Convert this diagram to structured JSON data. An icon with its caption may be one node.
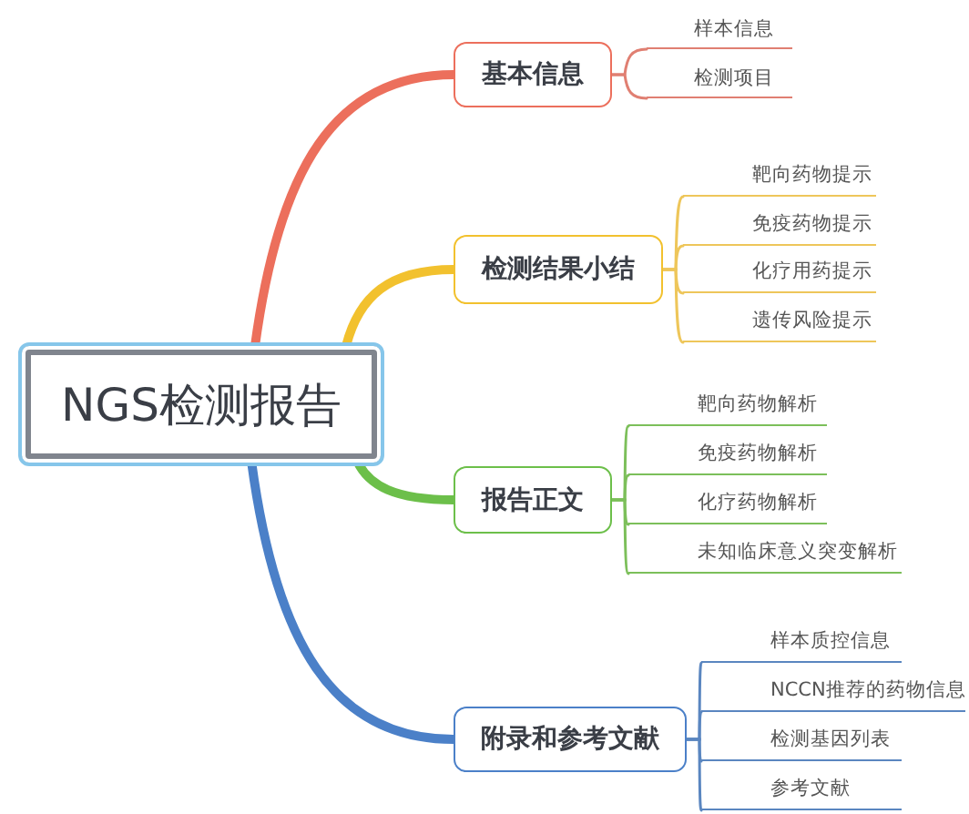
{
  "diagram": {
    "nodes": [
      {
        "text": [
          "NGS检测报告"
        ]
      },
      {
        "text": [
          "基本信息"
        ]
      },
      {
        "text": [
          "样本信息"
        ]
      },
      {
        "text": [
          "检测项目"
        ]
      },
      {
        "text": [
          "检测结果小结"
        ]
      },
      {
        "text": [
          "靶向药物提示"
        ]
      },
      {
        "text": [
          "免疫药物提示"
        ]
      },
      {
        "text": [
          "化疗用药提示"
        ]
      },
      {
        "text": [
          "遗传风险提示"
        ]
      },
      {
        "text": [
          "报告正文"
        ]
      },
      {
        "text": [
          "靶向药物解析"
        ]
      },
      {
        "text": [
          "免疫药物解析"
        ]
      },
      {
        "text": [
          "化疗药物解析"
        ]
      },
      {
        "text": [
          "未知临床意义突变解析"
        ]
      },
      {
        "text": [
          "附录和参考文献"
        ]
      },
      {
        "text": [
          "样本质控信息"
        ]
      },
      {
        "text": [
          "NCCN推荐的药物信息"
        ]
      },
      {
        "text": [
          "检测基因列表"
        ]
      },
      {
        "text": [
          "参考文献"
        ]
      }
    ],
    "edges": [
      {
        "from": 0,
        "to": 1,
        "arrow": "none",
        "style": "thick",
        "color": "#ec6f5c"
      },
      {
        "from": 0,
        "to": 4,
        "arrow": "none",
        "style": "thick",
        "color": "#f2c12e"
      },
      {
        "from": 0,
        "to": 9,
        "arrow": "none",
        "style": "thick",
        "color": "#6cbf4a"
      },
      {
        "from": 0,
        "to": 14,
        "arrow": "none",
        "style": "thick",
        "color": "#4b80c8"
      },
      {
        "from": 1,
        "to": 2,
        "arrow": "none",
        "color": "#e07f72"
      },
      {
        "from": 1,
        "to": 3,
        "arrow": "none",
        "color": "#e07f72"
      },
      {
        "from": 4,
        "to": 5,
        "arrow": "none",
        "color": "#eec65a"
      },
      {
        "from": 4,
        "to": 6,
        "arrow": "none",
        "color": "#eec65a"
      },
      {
        "from": 4,
        "to": 7,
        "arrow": "none",
        "color": "#eec65a"
      },
      {
        "from": 4,
        "to": 8,
        "arrow": "none",
        "color": "#eec65a"
      },
      {
        "from": 9,
        "to": 10,
        "arrow": "none",
        "color": "#7cbf5a"
      },
      {
        "from": 9,
        "to": 11,
        "arrow": "none",
        "color": "#7cbf5a"
      },
      {
        "from": 9,
        "to": 12,
        "arrow": "none",
        "color": "#7cbf5a"
      },
      {
        "from": 9,
        "to": 13,
        "arrow": "none",
        "color": "#7cbf5a"
      },
      {
        "from": 14,
        "to": 15,
        "arrow": "none",
        "color": "#5a86c0"
      },
      {
        "from": 14,
        "to": 16,
        "arrow": "none",
        "color": "#5a86c0"
      },
      {
        "from": 14,
        "to": 17,
        "arrow": "none",
        "color": "#5a86c0"
      },
      {
        "from": 14,
        "to": 18,
        "arrow": "none",
        "color": "#5a86c0"
      }
    ]
  }
}
